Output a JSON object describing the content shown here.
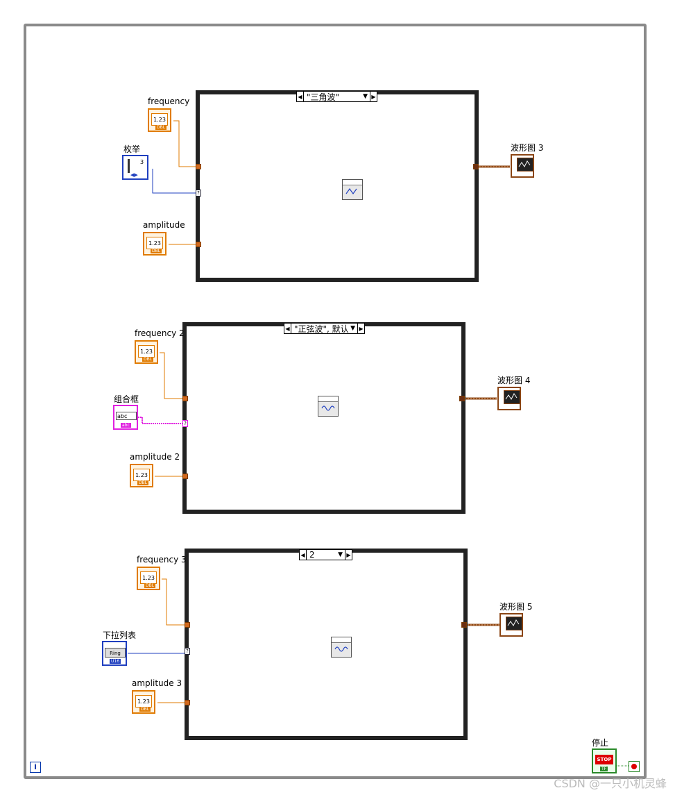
{
  "case1": {
    "selector_label": "\"三角波\"",
    "inputs": {
      "frequency": "frequency",
      "enum": "枚举",
      "amplitude": "amplitude"
    },
    "output": "波形图 3",
    "enum_value": "3"
  },
  "case2": {
    "selector_label": "\"正弦波\", 默认",
    "inputs": {
      "frequency": "frequency 2",
      "combo": "组合框",
      "amplitude": "amplitude 2"
    },
    "output": "波形图 4",
    "combo_text": "abc"
  },
  "case3": {
    "selector_label": "2",
    "inputs": {
      "frequency": "frequency 3",
      "ring": "下拉列表",
      "amplitude": "amplitude 3"
    },
    "output": "波形图 5",
    "ring_text": "Ring",
    "ring_type": "U16"
  },
  "stop": {
    "label": "停止",
    "button_text": "STOP",
    "type_tag": "TF"
  },
  "numeric_display": "1.23",
  "numeric_type": "DBL",
  "string_type": "abc",
  "colors": {
    "float_wire": "#e07b00",
    "int_wire": "#1f3fbf",
    "string_wire": "#e020e0",
    "waveform_wire": "#8b4513",
    "bool_wire": "#2a8a2a"
  },
  "icons": {
    "info": "i",
    "loop_condition": "stop-circle-icon"
  },
  "watermark": "CSDN @一只小机灵蜂"
}
